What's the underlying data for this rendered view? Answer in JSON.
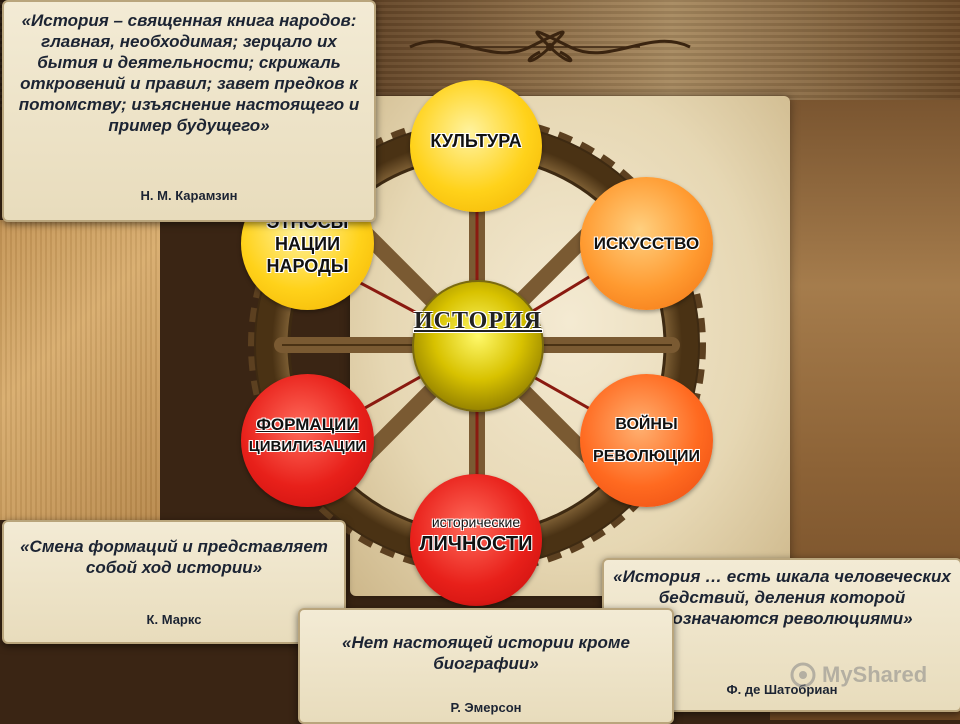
{
  "center": {
    "title": "ИСТОРИЯ"
  },
  "circles": {
    "culture": "КУЛЬТУРА",
    "art": "ИСКУССТВО",
    "wars": {
      "line1": "ВОЙНЫ",
      "line2": "РЕВОЛЮЦИИ"
    },
    "personalities": {
      "line1": "исторические",
      "line2": "ЛИЧНОСТИ"
    },
    "formations": {
      "line1": "ФОРМАЦИИ",
      "line2": "ЦИВИЛИЗАЦИИ"
    },
    "ethnos": {
      "line1": "ЭТНОСЫ",
      "line2": "НАЦИИ",
      "line3": "НАРОДЫ"
    }
  },
  "quotes": {
    "karamzin": {
      "text": "«История – священная книга народов: главная, необходимая; зерцало их бытия и деятельности; скрижаль откровений и правил; завет предков к потомству; изъяснение настоящего и пример будущего»",
      "author": "Н. М. Карамзин"
    },
    "marx": {
      "text": "«Смена формаций и представляет собой ход истории»",
      "author": "К. Маркс"
    },
    "emerson": {
      "text": "«Нет настоящей истории кроме биографии»",
      "author": "Р. Эмерсон"
    },
    "chateaubriand": {
      "text": "«История … есть шкала человеческих бедствий, деления которой обозначаются революциями»",
      "author": "Ф. де Шатобриан"
    }
  },
  "watermark": "MyShared",
  "colors": {
    "yellow": "#ffd21a",
    "orange": "#ff9a30",
    "red": "#e8201a",
    "center": "#d8c200",
    "paper": "#f3ebd5",
    "quote_text": "#1c2433"
  }
}
